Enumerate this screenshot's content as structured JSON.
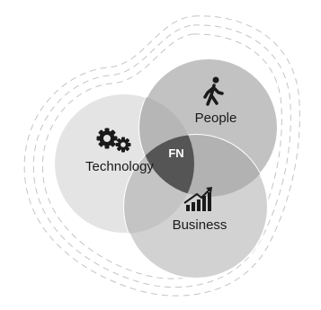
{
  "diagram": {
    "center_label": "FN",
    "circles": [
      {
        "id": "technology",
        "label": "Technology",
        "icon": "gears-icon",
        "fill": "#e4e4e4"
      },
      {
        "id": "people",
        "label": "People",
        "icon": "walking-person-icon",
        "fill": "#c2c2c2"
      },
      {
        "id": "business",
        "label": "Business",
        "icon": "bar-chart-growth-icon",
        "fill": "#d2d2d2"
      }
    ],
    "colors": {
      "center": "#555555",
      "icon": "#1a1a1a",
      "dashed_rings": "#c4c4c4",
      "circle_edge": "#ffffff"
    }
  }
}
